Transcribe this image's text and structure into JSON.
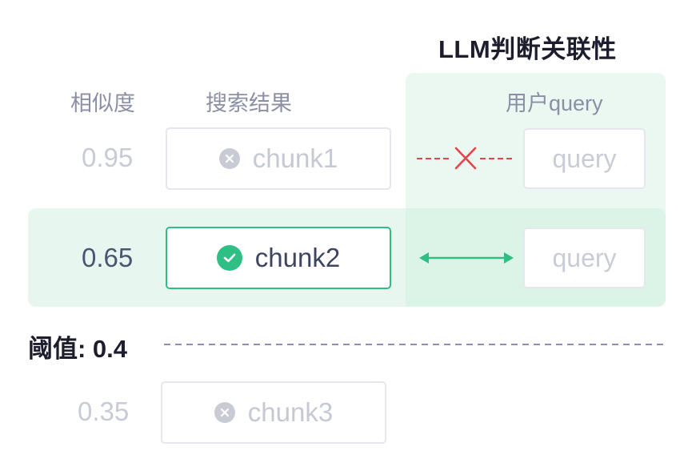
{
  "title": "LLM判断关联性",
  "headers": {
    "similarity": "相似度",
    "results": "搜索结果",
    "user_query": "用户query"
  },
  "rows": [
    {
      "score": "0.95",
      "chunk": "chunk1",
      "status": "rejected",
      "query": "query"
    },
    {
      "score": "0.65",
      "chunk": "chunk2",
      "status": "accepted",
      "query": "query"
    },
    {
      "score": "0.35",
      "chunk": "chunk3",
      "status": "below-threshold"
    }
  ],
  "threshold": {
    "label": "阈值: 0.4"
  },
  "colors": {
    "accent_green": "#2fbf85",
    "reject_red": "#e8434a",
    "panel_bg": "#eaf8f1",
    "threshold_line": "#8e8cb1",
    "muted_text": "#c6c9d4"
  },
  "icons": {
    "rejected": "x-circle-icon",
    "accepted": "check-circle-icon",
    "rejected_link": "dashed-x-connector",
    "accepted_link": "double-arrow-connector"
  }
}
